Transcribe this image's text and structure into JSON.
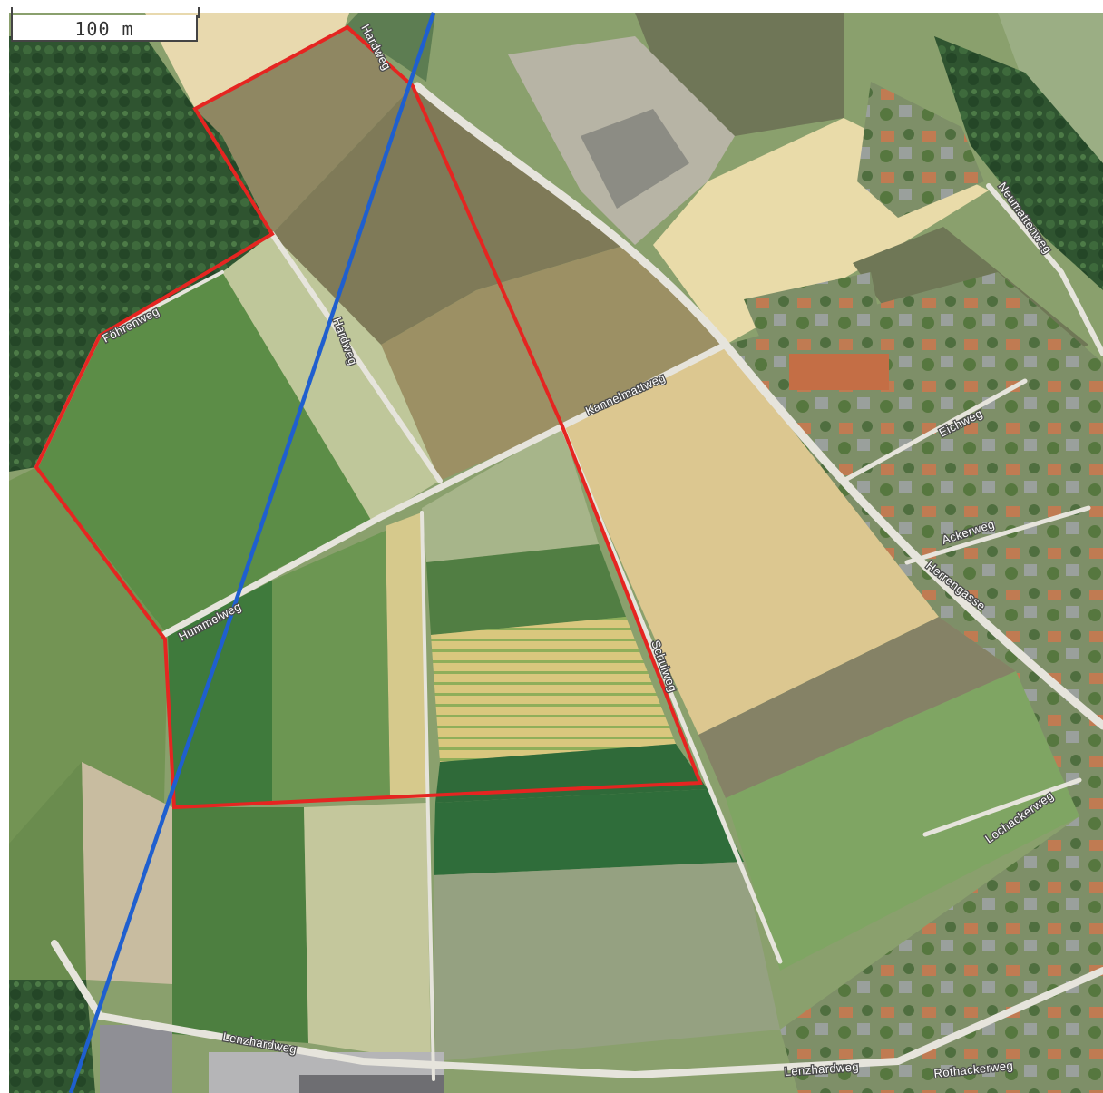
{
  "scale_bar": {
    "label": "100 m"
  },
  "road_labels": [
    "Hardweg",
    "Hardweg",
    "Kannelmattweg",
    "Hummelweg",
    "Föhrenweg",
    "Schulweg",
    "Neumattenweg",
    "Eichweg",
    "Ackerweg",
    "Herrengasse",
    "Lochackerweg",
    "Lenzhardweg",
    "Lenzhardweg",
    "Rothackerweg"
  ],
  "overlay_colors": {
    "perimeter": "#e52521",
    "axis_line": "#1f5fcf"
  }
}
